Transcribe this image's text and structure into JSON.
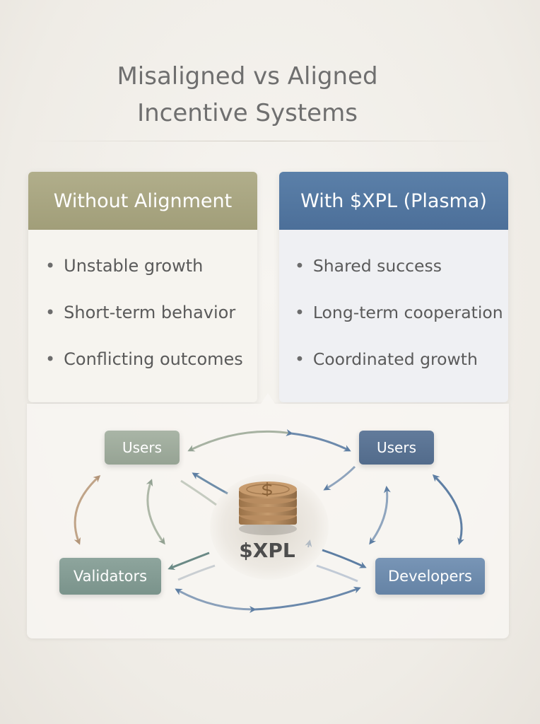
{
  "title": {
    "line1": "Misaligned vs Aligned",
    "line2": "Incentive Systems"
  },
  "left_card": {
    "heading": "Without Alignment",
    "items": [
      "Unstable growth",
      "Short-term behavior",
      "Conflicting outcomes"
    ]
  },
  "right_card": {
    "heading": "With $XPL (Plasma)",
    "items": [
      "Shared success",
      "Long-term cooperation",
      "Coordinated growth"
    ]
  },
  "diagram": {
    "nodes": {
      "users_left": "Users",
      "users_right": "Users",
      "validators": "Validators",
      "developers": "Developers"
    },
    "center_label": "$XPL",
    "center_icon": "coin-stack-icon",
    "colors": {
      "misaligned": "#a19e79",
      "aligned": "#4c6f99"
    }
  }
}
